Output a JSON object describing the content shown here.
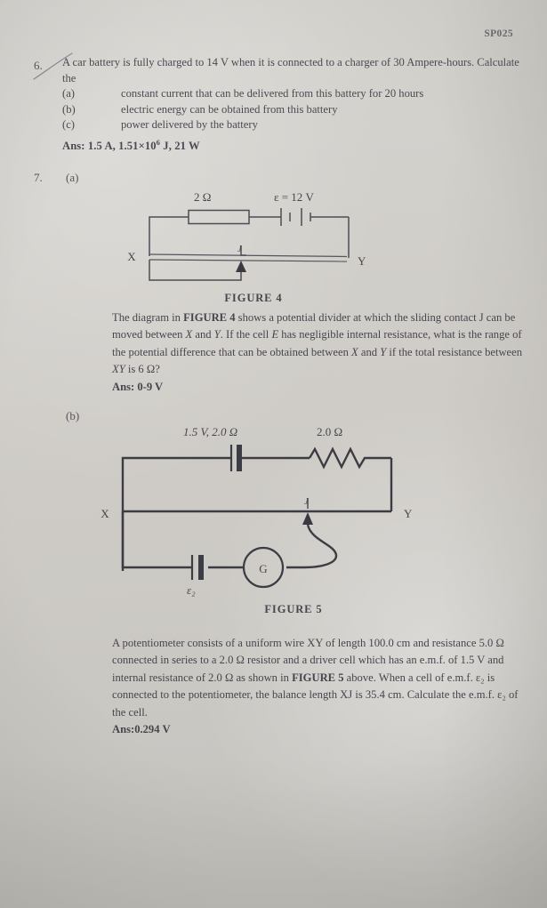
{
  "page": {
    "code": "SP025",
    "paper_color": "#d2d0cb",
    "ink_color": "#45454d"
  },
  "question6": {
    "number": "6.",
    "lead": "A car battery is fully charged to 14 V when it is connected to a charger of 30 Ampere-hours. Calculate the",
    "parts": [
      {
        "label": "(a)",
        "text": "constant current that can be delivered from this battery for 20 hours"
      },
      {
        "label": "(b)",
        "text": "electric energy can be obtained from this battery"
      },
      {
        "label": "(c)",
        "text": "power delivered by the battery"
      }
    ],
    "answer_prefix": "Ans:",
    "answer": "1.5 A, 1.51×10⁶ J, 21 W",
    "answer_parts": {
      "current": "1.5 A",
      "energy_mantissa": "1.51",
      "energy_exponent": "6",
      "energy_unit": "J",
      "power": "21 W"
    },
    "handwritten_mark": "pencil-slash-through-number"
  },
  "question7": {
    "number": "7.",
    "part_a_label": "(a)",
    "part_b_label": "(b)"
  },
  "figure4": {
    "caption": "FIGURE 4",
    "labels": {
      "resistor": "2 Ω",
      "emf": "ε = 12 V",
      "terminal_left": "X",
      "terminal_right": "Y",
      "slider": "J"
    },
    "components": [
      "resistor-box",
      "battery-two-cell",
      "potentiometer-wire",
      "sliding-contact-arrow"
    ]
  },
  "prose4": {
    "text_before_fig": "The diagram in ",
    "fig_ref": "FIGURE 4",
    "text_1": " shows a potential divider at which the sliding contact J can be moved between ",
    "x_1": "X",
    "text_2": " and ",
    "y_1": "Y",
    "text_3": ". If the cell ",
    "e_1": "E",
    "text_4": " has negligible internal resistance, what is the range of the potential difference that can be obtained between ",
    "x_2": "X",
    "text_5": " and ",
    "y_2": "Y",
    "text_6": " if the total resistance between ",
    "xy_1": "XY",
    "text_7": " is 6 Ω?",
    "answer_prefix": "Ans:",
    "answer": "0-9 V",
    "answer_line": "Ans: 0-9 V"
  },
  "figure5": {
    "caption": "FIGURE 5",
    "labels": {
      "driver_cell": "1.5 V, 2.0 Ω",
      "driver_cell_emf": "1.5 V",
      "driver_cell_resistance": "2.0 Ω",
      "resistor": "2.0 Ω",
      "unknown_cell": "ε₂",
      "galvanometer": "G",
      "terminal_left": "X",
      "terminal_right": "Y",
      "slider": "J"
    },
    "components": [
      "driver-cell",
      "zigzag-resistor",
      "potentiometer-wire",
      "galvanometer-circle",
      "unknown-cell",
      "sliding-contact-arrow",
      "curved-jockey-lead"
    ]
  },
  "prose5": {
    "line1": "A potentiometer consists of a uniform wire XY of length 100.0 cm and",
    "line2": "resistance 5.0 Ω connected in series to a 2.0 Ω resistor and a driver cell",
    "line3": "which has an e.m.f. of 1.5 V and internal resistance of 2.0 Ω as shown in",
    "line4_prefix": "FIGURE 5",
    "line4": " above. When a cell of e.m.f. ε₂ is connected to the",
    "line5": "potentiometer, the balance length XJ is 35.4 cm. Calculate the e.m.f. ε₂ of",
    "line6": "the cell.",
    "answer_prefix": "Ans:",
    "answer": "0.294 V",
    "answer_line": "Ans:0.294 V",
    "values": {
      "wire_length": "100.0 cm",
      "wire_resistance": "5.0 Ω",
      "series_resistor": "2.0 Ω",
      "driver_emf": "1.5 V",
      "driver_internal_resistance": "2.0 Ω",
      "balance_length": "35.4 cm"
    }
  }
}
